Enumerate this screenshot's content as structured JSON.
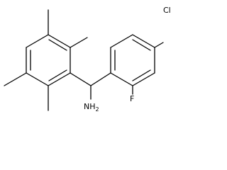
{
  "molecule": {
    "atoms": {
      "cl": "Cl",
      "f": "F",
      "nh2": "NH",
      "nh2_sub": "2"
    }
  }
}
